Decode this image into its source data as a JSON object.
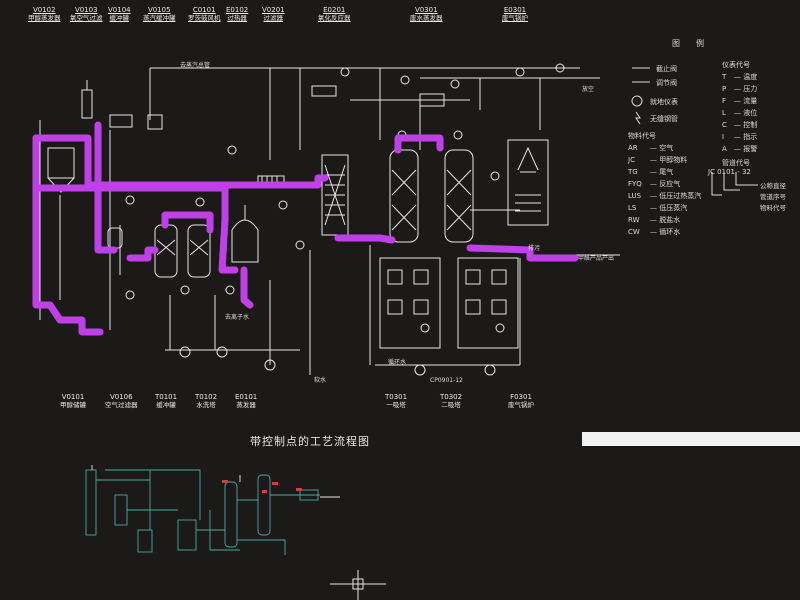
{
  "top_equipment": [
    {
      "tag": "V0102",
      "name": "甲醇蒸发器"
    },
    {
      "tag": "V0103",
      "name": "氧空气过滤"
    },
    {
      "tag": "V0104",
      "name": "缓冲罐"
    },
    {
      "tag": "V0105",
      "name": "蒸汽缓冲罐"
    },
    {
      "tag": "C0101",
      "name": "罗茨鼓风机"
    },
    {
      "tag": "E0102",
      "name": "过热器"
    },
    {
      "tag": "V0201",
      "name": "过滤器"
    },
    {
      "tag": "E0201",
      "name": "氧化反应器"
    },
    {
      "tag": "V0301",
      "name": "废水蒸发器"
    },
    {
      "tag": "E0301",
      "name": "废气锅炉"
    }
  ],
  "bottom_equipment": [
    {
      "tag": "V0101",
      "name": "甲醇储罐"
    },
    {
      "tag": "V0106",
      "name": "空气过滤器"
    },
    {
      "tag": "T0101",
      "name": "缓冲罐"
    },
    {
      "tag": "T0102",
      "name": "水洗塔"
    },
    {
      "tag": "E0101",
      "name": "蒸发器"
    },
    {
      "tag": "T0301",
      "name": "一吸塔"
    },
    {
      "tag": "T0302",
      "name": "二吸塔"
    },
    {
      "tag": "F0301",
      "name": "废气锅炉"
    }
  ],
  "inline_labels": {
    "steam_main": "去蒸汽总管",
    "exhaust": "放空",
    "drain": "排污",
    "product": "甲醛产品产出",
    "soft_water": "软水",
    "desalted_water": "去离子水",
    "circulating_water": "循环水",
    "pump_tag": "CP0901-12"
  },
  "legend": {
    "header": "图　　例",
    "symbols": [
      {
        "label": "截止阀"
      },
      {
        "label": "调节阀"
      },
      {
        "label": "就地仪表"
      },
      {
        "label": "无缝钢管"
      }
    ],
    "material_header": "物料代号",
    "materials": [
      {
        "code": "AR",
        "desc": "空气"
      },
      {
        "code": "JC",
        "desc": "甲醇物料"
      },
      {
        "code": "TG",
        "desc": "尾气"
      },
      {
        "code": "FYQ",
        "desc": "反应气"
      },
      {
        "code": "LUS",
        "desc": "低压过热蒸汽"
      },
      {
        "code": "LS",
        "desc": "低压蒸汽"
      },
      {
        "code": "RW",
        "desc": "脱盐水"
      },
      {
        "code": "CW",
        "desc": "循环水"
      }
    ],
    "instrument_header": "仪表代号",
    "instruments": [
      {
        "code": "T",
        "desc": "温度"
      },
      {
        "code": "P",
        "desc": "压力"
      },
      {
        "code": "F",
        "desc": "流量"
      },
      {
        "code": "L",
        "desc": "液位"
      },
      {
        "code": "C",
        "desc": "控制"
      },
      {
        "code": "I",
        "desc": "指示"
      },
      {
        "code": "A",
        "desc": "报警"
      }
    ],
    "pipe_header": "管道代号",
    "pipe_example": "JC 0101 - 32",
    "pipe_parts": [
      {
        "desc": "公称直径"
      },
      {
        "desc": "管道序号"
      },
      {
        "desc": "物料代号"
      }
    ]
  },
  "diagram_title": "带控制点的工艺流程图",
  "colors": {
    "background": "#1c1a18",
    "line": "#e6e6e6",
    "highlight": "#c040e8",
    "small_line": "#4aa8a0",
    "marker_red": "#d83a3a"
  }
}
